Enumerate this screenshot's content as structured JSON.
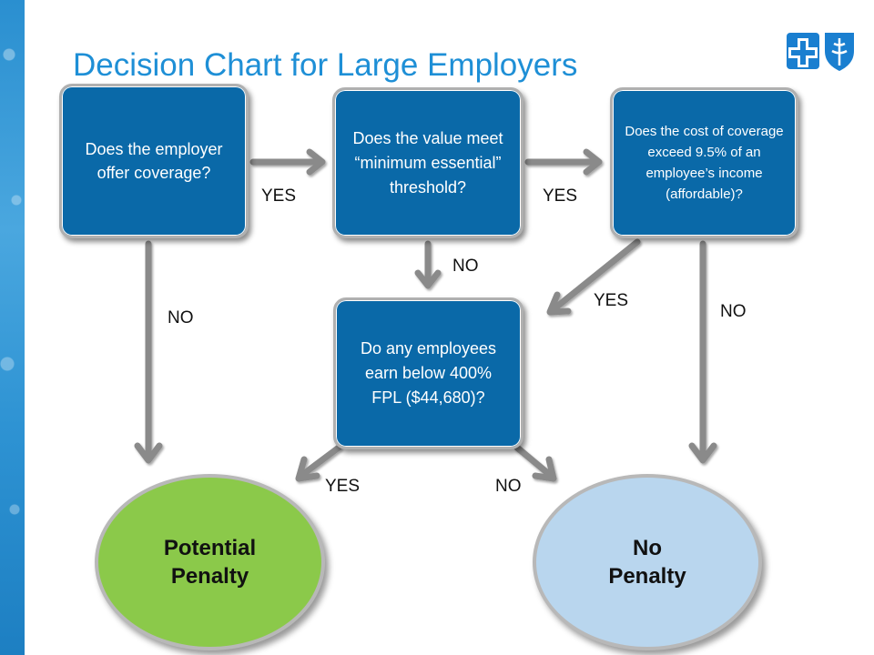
{
  "title": "Decision Chart for Large Employers",
  "colors": {
    "box": "#0a69a8",
    "potential": "#8bc94a",
    "none": "#b9d6ee",
    "title": "#1e8fd6",
    "arrow": "#8a8a8a"
  },
  "nodes": {
    "offer": "Does the employer offer coverage?",
    "value": "Does the value meet “minimum essential” threshold?",
    "cost": "Does the cost of coverage exceed 9.5% of an employee’s income (affordable)?",
    "earn": "Do any employees earn below 400% FPL ($44,680)?",
    "potential_line1": "Potential",
    "potential_line2": "Penalty",
    "no_line1": "No",
    "no_line2": "Penalty"
  },
  "edge_labels": {
    "offer_yes": "YES",
    "value_yes": "YES",
    "value_no": "NO",
    "offer_no": "NO",
    "cost_yes": "YES",
    "cost_no": "NO",
    "earn_yes": "YES",
    "earn_no": "NO"
  },
  "logos": [
    "cross-logo",
    "shield-logo"
  ]
}
